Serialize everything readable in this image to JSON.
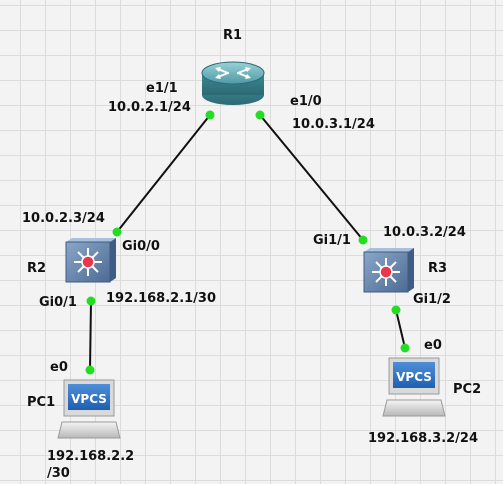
{
  "colors": {
    "link": "#111111",
    "port_up": "#22dd22",
    "router_body": "#3f8f9c",
    "switch_body": "#5e7da3",
    "switch_center": "#e8384a"
  },
  "devices": {
    "r1": {
      "name": "R1",
      "icon": "router-icon"
    },
    "r2": {
      "name": "R2",
      "icon": "l3-switch-icon"
    },
    "r3": {
      "name": "R3",
      "icon": "l3-switch-icon"
    },
    "pc1": {
      "name": "PC1",
      "icon": "vpcs-icon",
      "screen_text": "VPCS"
    },
    "pc2": {
      "name": "PC2",
      "icon": "vpcs-icon",
      "screen_text": "VPCS"
    }
  },
  "links": [
    {
      "a_port": "e1/1",
      "a_ip": "10.0.2.1/24",
      "b_port": "Gi0/0",
      "b_ip": "10.0.2.3/24"
    },
    {
      "a_port": "e1/0",
      "a_ip": "10.0.3.1/24",
      "b_port": "Gi1/1",
      "b_ip": "10.0.3.2/24"
    },
    {
      "a_port": "Gi0/1",
      "a_ip": "192.168.2.1/30",
      "b_port": "e0",
      "b_ip_line1": "192.168.2.2",
      "b_ip_line2": "/30"
    },
    {
      "a_port": "Gi1/2",
      "b_port": "e0",
      "b_ip": "192.168.3.2/24"
    }
  ]
}
